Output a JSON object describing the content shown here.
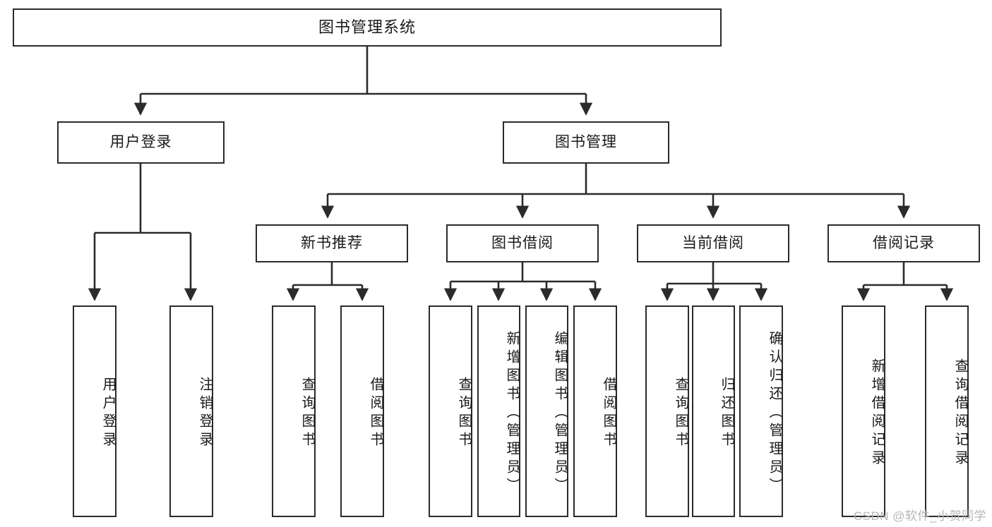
{
  "diagram": {
    "title": "图书管理系统",
    "type": "tree",
    "watermark": "CSDN @软件_小贺同学",
    "colors": {
      "stroke": "#2b2b2b",
      "fill": "#ffffff",
      "text": "#1a1a1a",
      "watermark": "#b6b6b6"
    },
    "nodes": {
      "root": {
        "label": "图书管理系统",
        "orientation": "horizontal"
      },
      "l2": [
        {
          "id": "user-login",
          "label": "用户登录",
          "orientation": "horizontal"
        },
        {
          "id": "book-manage",
          "label": "图书管理",
          "orientation": "horizontal"
        }
      ],
      "l3": [
        {
          "id": "new-book-recommend",
          "label": "新书推荐",
          "orientation": "horizontal",
          "parent": "book-manage"
        },
        {
          "id": "book-borrow",
          "label": "图书借阅",
          "orientation": "horizontal",
          "parent": "book-manage"
        },
        {
          "id": "current-borrow",
          "label": "当前借阅",
          "orientation": "horizontal",
          "parent": "book-manage"
        },
        {
          "id": "borrow-record",
          "label": "借阅记录",
          "orientation": "horizontal",
          "parent": "book-manage"
        }
      ],
      "leaves": [
        {
          "id": "leaf-user-login",
          "label": "用户登录",
          "parent": "user-login"
        },
        {
          "id": "leaf-user-logout",
          "label": "注销登录",
          "parent": "user-login"
        },
        {
          "id": "leaf-query-book-1",
          "label": "查询图书",
          "parent": "new-book-recommend"
        },
        {
          "id": "leaf-borrow-book-1",
          "label": "借阅图书",
          "parent": "new-book-recommend"
        },
        {
          "id": "leaf-query-book-2",
          "label": "查询图书",
          "parent": "book-borrow"
        },
        {
          "id": "leaf-add-book",
          "label": "新增图书（管理员）",
          "parent": "book-borrow"
        },
        {
          "id": "leaf-edit-book",
          "label": "编辑图书（管理员）",
          "parent": "book-borrow"
        },
        {
          "id": "leaf-borrow-book-2",
          "label": "借阅图书",
          "parent": "book-borrow"
        },
        {
          "id": "leaf-query-book-3",
          "label": "查询图书",
          "parent": "current-borrow"
        },
        {
          "id": "leaf-return-book",
          "label": "归还图书",
          "parent": "current-borrow"
        },
        {
          "id": "leaf-confirm-return",
          "label": "确认归还（管理员）",
          "parent": "current-borrow"
        },
        {
          "id": "leaf-add-record",
          "label": "新增借阅记录",
          "parent": "borrow-record"
        },
        {
          "id": "leaf-query-record",
          "label": "查询借阅记录",
          "parent": "borrow-record"
        }
      ]
    }
  }
}
